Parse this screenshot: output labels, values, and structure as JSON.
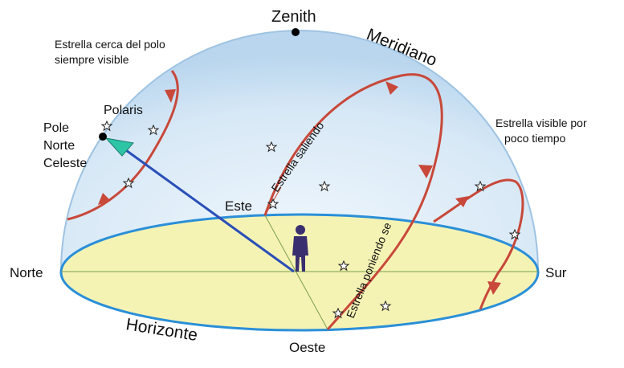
{
  "labels": {
    "zenith": "Zenith",
    "meridian": "Meridiano",
    "circumpolar_star_line1": "Estrella cerca del polo",
    "circumpolar_star_line2": "siempre visible",
    "polaris": "Polaris",
    "pole_line1": "Pole",
    "pole_line2": "Norte",
    "pole_line3": "Celeste",
    "short_visible_line1": "Estrella visible por",
    "short_visible_line2": "poco tiempo",
    "rising_star": "Estrella saliendo",
    "setting_star": "Estrella poniendo se",
    "east": "Este",
    "north": "Norte",
    "south": "Sur",
    "west": "Oeste",
    "horizon": "Horizonte"
  },
  "colors": {
    "dome_fill": "#cfe3f3",
    "dome_stroke": "#9ec3e3",
    "horizon_fill": "#f5f3b4",
    "horizon_stroke": "#2a8fd8",
    "star_path": "#c8483a",
    "pole_axis": "#2a4fb8",
    "pole_arrowhead": "#2ec4a6",
    "observer": "#3a2f6e"
  },
  "icons": {
    "star": "star-outline-icon",
    "observer": "person-silhouette-icon"
  }
}
